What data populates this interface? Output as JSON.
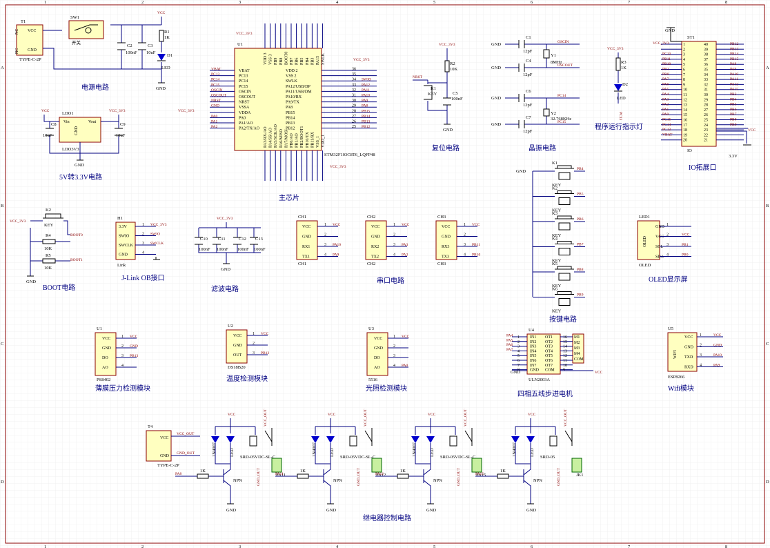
{
  "frame": {
    "col_labels": [
      "1",
      "2",
      "3",
      "4",
      "5",
      "6",
      "7",
      "8"
    ],
    "row_labels": [
      "A",
      "B",
      "C",
      "D"
    ]
  },
  "sections": {
    "power": "电源电路",
    "ldo": "5V转3.3V电路",
    "main_chip": "主芯片",
    "reset": "复位电路",
    "crystal": "晶振电路",
    "led_indicator": "程序运行指示灯",
    "io_ext": "IO拓展口",
    "boot": "BOOT电路",
    "jlink": "J-Link OB接口",
    "filter": "滤波电路",
    "uart": "串口电路",
    "keys": "按键电路",
    "oled": "OLED显示屏",
    "pressure": "薄膜压力检测模块",
    "temperature": "温度检测模块",
    "light": "光照检测模块",
    "stepper": "四相五线步进电机",
    "wifi": "Wifi模块",
    "relay": "继电器控制电路"
  },
  "power": {
    "t1_ref": "T1",
    "t1_part": "TYPE-C-2P",
    "sw_ref": "SW1",
    "sw_part": "开关",
    "c2": "C2",
    "c2_val": "100nF",
    "c3": "C3",
    "c3_val": "10uF",
    "r1": "R1",
    "r1_val": "1K",
    "d1": "D1",
    "d1_val": "LED",
    "vcc": "VCC",
    "gnd": "GND"
  },
  "ldo": {
    "ref": "LDO1",
    "part": "LDO3V3",
    "vin": "Vin",
    "vout": "Vout",
    "gnd_pin": "GND",
    "c8": "C8",
    "c8_val": "10uF",
    "c9": "C9",
    "c9_val": "10uF",
    "vcc": "VCC",
    "vcc33": "VCC_3V3",
    "gnd": "GND"
  },
  "mcu": {
    "ref": "U1",
    "part": "STM32F103C8T6_LQFP48",
    "vcc33": "VCC_3V3",
    "left_pins": [
      "VBAT",
      "PC13",
      "PC14",
      "PC15",
      "OSCIN",
      "OSCOUT",
      "NRST",
      "VSSA",
      "VDDA",
      "PA0",
      "PA1/AO",
      "PA2/TX/AO"
    ],
    "left_nets": [
      "VBAT",
      "PC13",
      "PC14",
      "PC15",
      "OSCIN",
      "OSCOUT",
      "NRST",
      "GND",
      "",
      "PA0",
      "PA1",
      "PA2"
    ],
    "right_pins": [
      "VDD 2",
      "VSS 2",
      "SWLK",
      "PA12/USB/DP",
      "PA11/USB/DM",
      "PA10/RX",
      "PA9/TX",
      "PA8",
      "PB15",
      "PB14",
      "PB13",
      "PB12"
    ],
    "right_nums": [
      "36",
      "35",
      "34",
      "33",
      "32",
      "31",
      "30",
      "29",
      "28",
      "27",
      "26",
      "25"
    ],
    "right_nets": [
      "",
      "",
      "SWIO",
      "PA12",
      "PA11",
      "PA10",
      "PA9",
      "PA8",
      "PB15",
      "PB14",
      "PB13",
      "PB12"
    ],
    "top_pins": [
      "VDD 3",
      "VSS 3",
      "PB9",
      "PB8",
      "BOOT0",
      "PB7",
      "PB6",
      "PB5",
      "PB4",
      "PB3",
      "PA15",
      "SWLK"
    ],
    "bottom_pins": [
      "PA3/RX/AO",
      "PA4/SS/AO",
      "PA5/SCK/AO",
      "PA6/MISO",
      "PA7/MOSI",
      "PB0/AO",
      "PB1/AO",
      "PB2/BOOT1",
      "PB10/TX",
      "PB11/RX",
      "VSS_1",
      "VDD_1"
    ]
  },
  "reset": {
    "ref": "K1",
    "part": "KEY",
    "r2": "R2",
    "r2_val": "10K",
    "c5": "C5",
    "c5_val": "100nF",
    "vcc33": "VCC_3V3",
    "nrst": "NRST",
    "gnd": "GND"
  },
  "crystal": {
    "c1": "C1",
    "c1_val": "12pF",
    "c4": "C4",
    "c4_val": "12pF",
    "c6": "C6",
    "c6_val": "12pF",
    "c7": "C7",
    "c7_val": "12pF",
    "y1": "Y1",
    "y1_val": "8MHz",
    "y2": "Y2",
    "y2_val": "32.768KHz",
    "oscin": "OSCIN",
    "oscout": "OSCOUT",
    "pc14": "PC14",
    "pc15": "PC15",
    "gnd": "GND"
  },
  "led3": {
    "r3": "R3",
    "r3_val": "1K",
    "d2": "D2",
    "d2_val": "LED",
    "net": "PC13",
    "vcc33": "VCC_3V3"
  },
  "io": {
    "ref": "ST1",
    "part": "IO",
    "vcc33": "VCC_3V3",
    "gnd": "GND",
    "v33": "3.3V",
    "vcc": "VCC",
    "left_nets": [
      "",
      "",
      "PC13",
      "PB11",
      "PB10",
      "PB1",
      "PB0",
      "PA7",
      "PA6",
      "PA5",
      "PA4",
      "PA3",
      "PA2",
      "PA1",
      "PA0",
      "PC15",
      "PC14",
      "PC13",
      "VBAT"
    ],
    "left_nums": [
      "1",
      "2",
      "3",
      "4",
      "5",
      "6",
      "7",
      "8",
      "9",
      "10",
      "11",
      "12",
      "13",
      "14",
      "15",
      "16",
      "17",
      "18",
      "19",
      "20"
    ],
    "right_nums": [
      "40",
      "39",
      "38",
      "37",
      "36",
      "35",
      "34",
      "33",
      "32",
      "31",
      "30",
      "29",
      "28",
      "27",
      "26",
      "25",
      "24",
      "23",
      "22",
      "21"
    ],
    "right_nets": [
      "PB12",
      "PB13",
      "PB14",
      "PB15",
      "PA8",
      "PA9",
      "PA10",
      "PA11",
      "PA12",
      "PA15",
      "PB3",
      "PB4",
      "PB5",
      "PB6",
      "PB7",
      "PB8",
      "PB9",
      "",
      "",
      ""
    ]
  },
  "boot": {
    "k2": "K2",
    "k2_val": "KEY",
    "r4": "R4",
    "r4_val": "10K",
    "r5": "R5",
    "r5_val": "10K",
    "boot0": "BOOT0",
    "boot1": "BOOT1",
    "vcc33": "VCC_3V3",
    "gnd": "GND"
  },
  "jlink": {
    "ref": "H1",
    "part": "Link",
    "pins": [
      "3.3V",
      "SWIO",
      "SWCLK",
      "GND"
    ],
    "nets": [
      "VCC_3V3",
      "SWIO",
      "SWCLK",
      ""
    ]
  },
  "filter": {
    "caps": [
      "C10",
      "C11",
      "C12",
      "C13"
    ],
    "vals": [
      "100nF",
      "100nF",
      "100nF",
      "100nF"
    ],
    "vcc33": "VCC_3V3",
    "gnd": "GND"
  },
  "uart": [
    {
      "ref": "CH1",
      "pins": [
        "VCC",
        "GND",
        "RX1",
        "TX1"
      ],
      "nets": [
        "VCC",
        "",
        "PA10",
        "PA9"
      ]
    },
    {
      "ref": "CH2",
      "pins": [
        "VCC",
        "GND",
        "RX2",
        "TX2"
      ],
      "nets": [
        "VCC",
        "",
        "PA3",
        "PA2"
      ]
    },
    {
      "ref": "CH3",
      "pins": [
        "VCC",
        "GND",
        "RX3",
        "TX3"
      ],
      "nets": [
        "VCC",
        "",
        "PB11",
        "PB10"
      ]
    }
  ],
  "keys": {
    "refs": [
      "K1",
      "K2",
      "K3",
      "K4",
      "K5",
      "K6"
    ],
    "part": "KEY",
    "nets": [
      "PB4",
      "PB5",
      "PB6",
      "PB7",
      "PB8",
      "PB9"
    ],
    "gnd": "GND"
  },
  "oled": {
    "ref": "LED1",
    "part": "OLED",
    "pins": [
      "GND",
      "VCC",
      "SCL",
      "SDA"
    ],
    "nets": [
      "",
      "VCC",
      "PB1",
      "PB0"
    ]
  },
  "modules": [
    {
      "ref": "U1",
      "part": "PS8402",
      "pins": [
        "VCC",
        "GND",
        "DO",
        "AO"
      ],
      "nets": [
        "VCC",
        "GND",
        "PB13",
        ""
      ]
    },
    {
      "ref": "U2",
      "part": "DS18B20",
      "pins": [
        "VCC",
        "GND",
        "OUT"
      ],
      "nets": [
        "VCC",
        "",
        "PB12"
      ]
    },
    {
      "ref": "U3",
      "part": "5516",
      "pins": [
        "VCC",
        "GND",
        "DO",
        "AO"
      ],
      "nets": [
        "VCC",
        "",
        "",
        "PA0"
      ]
    }
  ],
  "stepper": {
    "ref": "U4",
    "part": "ULN2003A",
    "in_pins": [
      "IN1",
      "IN2",
      "IN3",
      "IN4",
      "IN5",
      "IN6",
      "IN7",
      "GND"
    ],
    "out_pins": [
      "OT1",
      "OT2",
      "OT3",
      "OT4",
      "OT5",
      "OT6",
      "OT7",
      "COM"
    ],
    "in_nets": [
      "PA4",
      "PA5",
      "PA6",
      "PA7",
      "",
      "",
      "",
      ""
    ],
    "motor": [
      "M1",
      "M2",
      "M3",
      "M4",
      "COM"
    ],
    "vcc": "VCC",
    "gnd": "GND"
  },
  "wifi": {
    "ref": "U5",
    "part": "ESP8266",
    "label": "WIFI",
    "pins": [
      "VCC",
      "GND",
      "TXD",
      "RXD"
    ],
    "nets": [
      "VCC",
      "GND",
      "PA10",
      "PA9"
    ]
  },
  "relay": {
    "t_ref": "T4",
    "t_part": "TYPE-C-2P",
    "vcc_out": "VCC_OUT",
    "gnd_out": "GND_OUT",
    "vcc": "VCC",
    "gnd": "GND",
    "npn": "NPN",
    "r": "1K",
    "channels": [
      {
        "net": "PA8",
        "jack": "PA11",
        "relay": "SRD-05VDC-SL-C"
      },
      {
        "net": "PA11",
        "jack": "PA12",
        "relay": "SRD-05VDC-SL-C"
      },
      {
        "net": "PA12",
        "jack": "PA15",
        "relay": "SRD-05VDC-SL-C"
      },
      {
        "net": "PA15",
        "jack": "JK1",
        "relay": "SRD-05"
      }
    ],
    "diode": "1N4007",
    "led": "LED"
  }
}
